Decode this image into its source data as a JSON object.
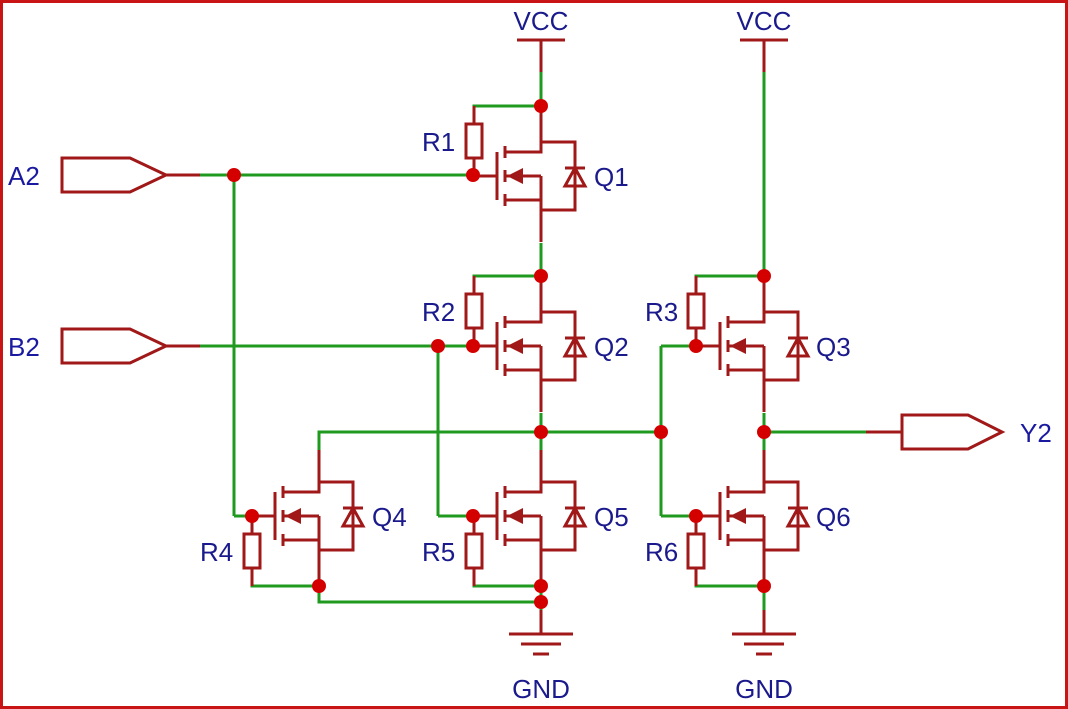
{
  "power": {
    "vcc_left": "VCC",
    "vcc_right": "VCC",
    "gnd_left": "GND",
    "gnd_right": "GND"
  },
  "ports": {
    "a2": "A2",
    "b2": "B2",
    "y2": "Y2"
  },
  "transistors": {
    "q1": "Q1",
    "q2": "Q2",
    "q3": "Q3",
    "q4": "Q4",
    "q5": "Q5",
    "q6": "Q6"
  },
  "resistors": {
    "r1": "R1",
    "r2": "R2",
    "r3": "R3",
    "r4": "R4",
    "r5": "R5",
    "r6": "R6"
  }
}
